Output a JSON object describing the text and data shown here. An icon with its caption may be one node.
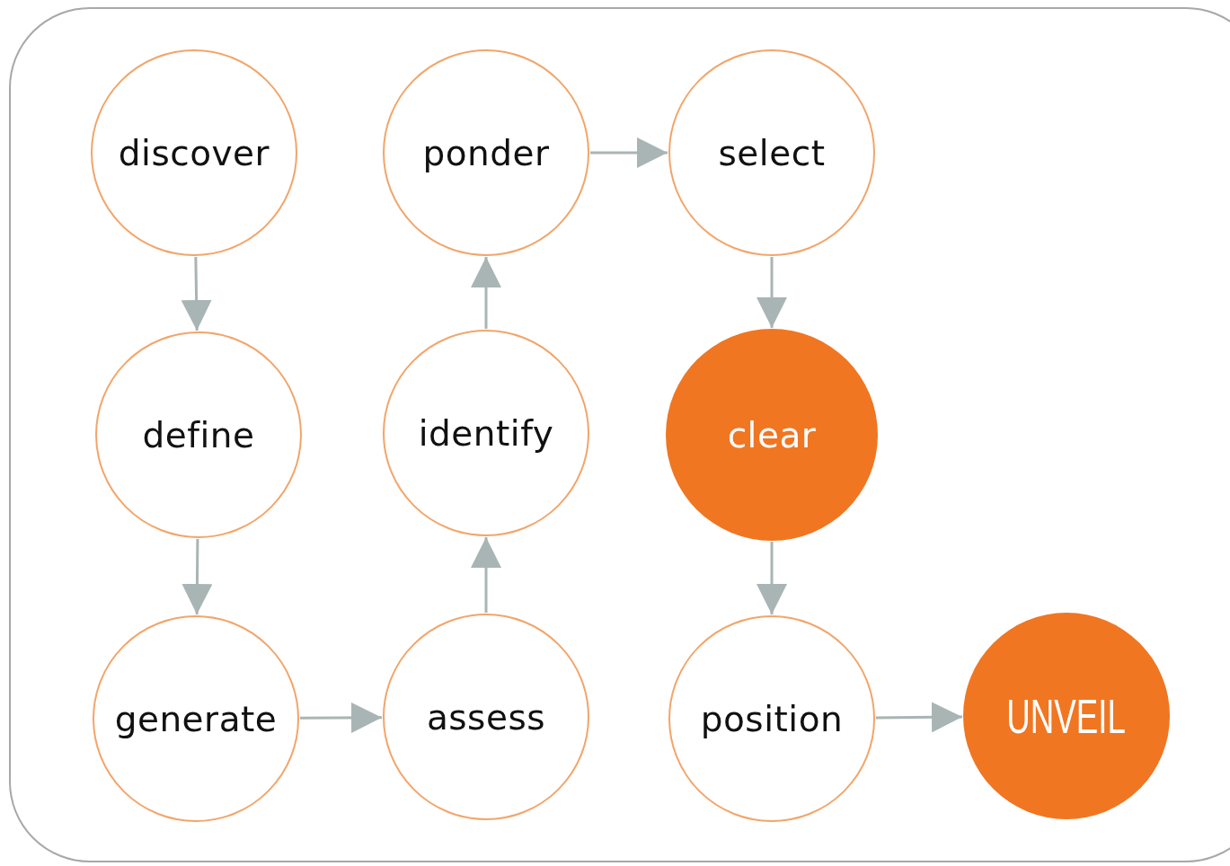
{
  "diagram": {
    "nodes": [
      {
        "text": [
          "discover"
        ]
      },
      {
        "text": [
          "ponder"
        ]
      },
      {
        "text": [
          "select"
        ]
      },
      {
        "text": [
          "define"
        ]
      },
      {
        "text": [
          "identify"
        ]
      },
      {
        "text": [
          "clear"
        ]
      },
      {
        "text": [
          "generate"
        ]
      },
      {
        "text": [
          "assess"
        ]
      },
      {
        "text": [
          "position"
        ]
      },
      {
        "text": [
          "UNVEIL"
        ]
      }
    ],
    "edges": [
      {
        "from": 0,
        "to": 3,
        "arrow": "to"
      },
      {
        "from": 3,
        "to": 6,
        "arrow": "to"
      },
      {
        "from": 6,
        "to": 7,
        "arrow": "to"
      },
      {
        "from": 7,
        "to": 4,
        "arrow": "to"
      },
      {
        "from": 4,
        "to": 1,
        "arrow": "to"
      },
      {
        "from": 1,
        "to": 2,
        "arrow": "to"
      },
      {
        "from": 2,
        "to": 5,
        "arrow": "to"
      },
      {
        "from": 5,
        "to": 8,
        "arrow": "to"
      },
      {
        "from": 8,
        "to": 9,
        "arrow": "to"
      }
    ]
  }
}
